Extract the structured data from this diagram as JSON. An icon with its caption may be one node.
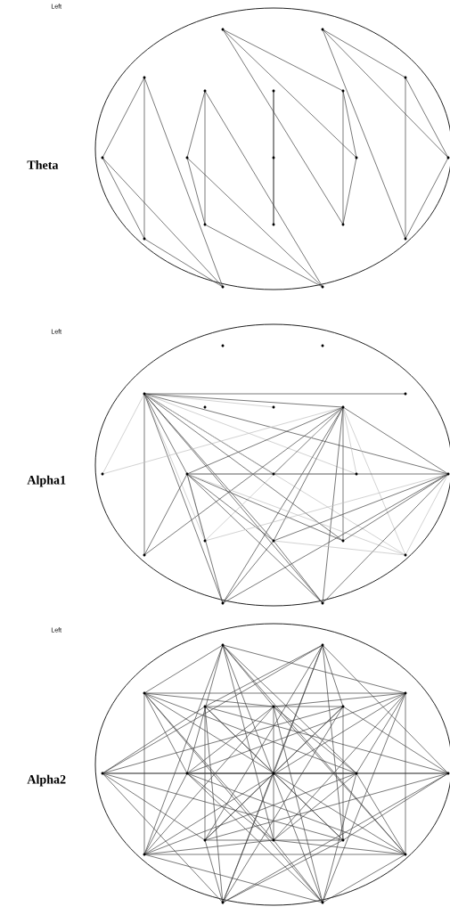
{
  "diagram": {
    "labels": [
      "Left",
      "Theta",
      "Left",
      "Alpha1",
      "Left",
      "Alpha2"
    ]
  }
}
